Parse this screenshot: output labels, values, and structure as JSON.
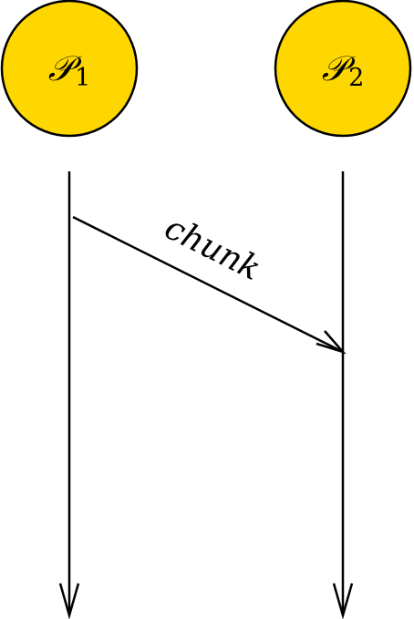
{
  "colors": {
    "node_fill": "#FFD700",
    "stroke": "#000000"
  },
  "processes": [
    {
      "id": "p1",
      "symbol": "𝒫",
      "subscript": "1"
    },
    {
      "id": "p2",
      "symbol": "𝒫",
      "subscript": "2"
    }
  ],
  "messages": [
    {
      "from": "p1",
      "to": "p2",
      "label": "chunk"
    }
  ]
}
